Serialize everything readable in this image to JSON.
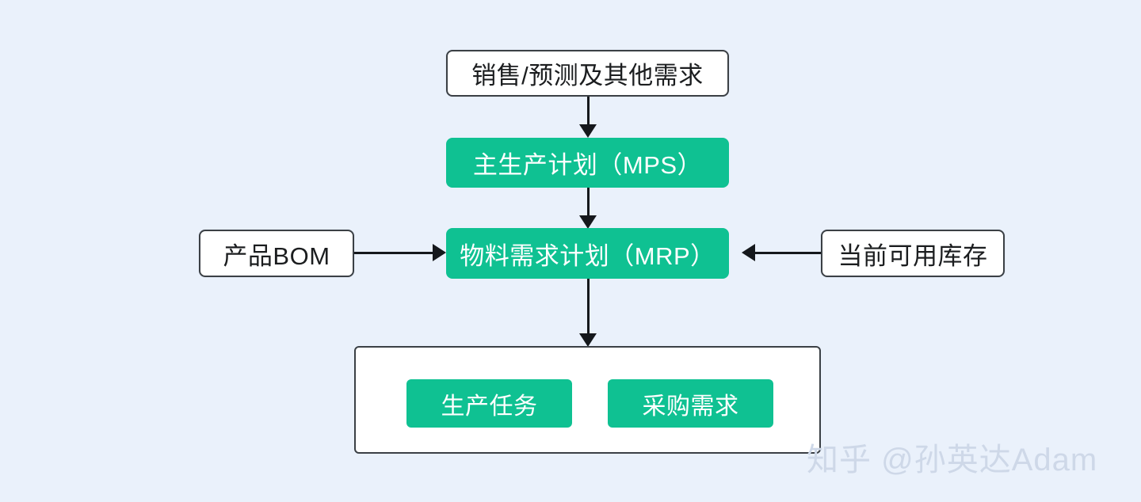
{
  "diagram": {
    "background_color": "#eaf1fb",
    "accent_color": "#0fc192",
    "line_color": "#15181c",
    "nodes": {
      "demand": {
        "label": "销售/预测及其他需求",
        "style": "plain"
      },
      "mps": {
        "label": "主生产计划（MPS）",
        "style": "green"
      },
      "mrp": {
        "label": "物料需求计划（MRP）",
        "style": "green"
      },
      "bom": {
        "label": "产品BOM",
        "style": "plain"
      },
      "inventory": {
        "label": "当前可用库存",
        "style": "plain"
      },
      "production_task": {
        "label": "生产任务",
        "style": "green"
      },
      "purchase_demand": {
        "label": "采购需求",
        "style": "green"
      }
    },
    "edges": [
      {
        "from": "demand",
        "to": "mps",
        "direction": "down"
      },
      {
        "from": "mps",
        "to": "mrp",
        "direction": "down"
      },
      {
        "from": "bom",
        "to": "mrp",
        "direction": "right"
      },
      {
        "from": "inventory",
        "to": "mrp",
        "direction": "left"
      },
      {
        "from": "mrp",
        "to": "outputs",
        "direction": "down"
      }
    ]
  },
  "watermark": {
    "text": "知乎 @孙英达Adam"
  }
}
